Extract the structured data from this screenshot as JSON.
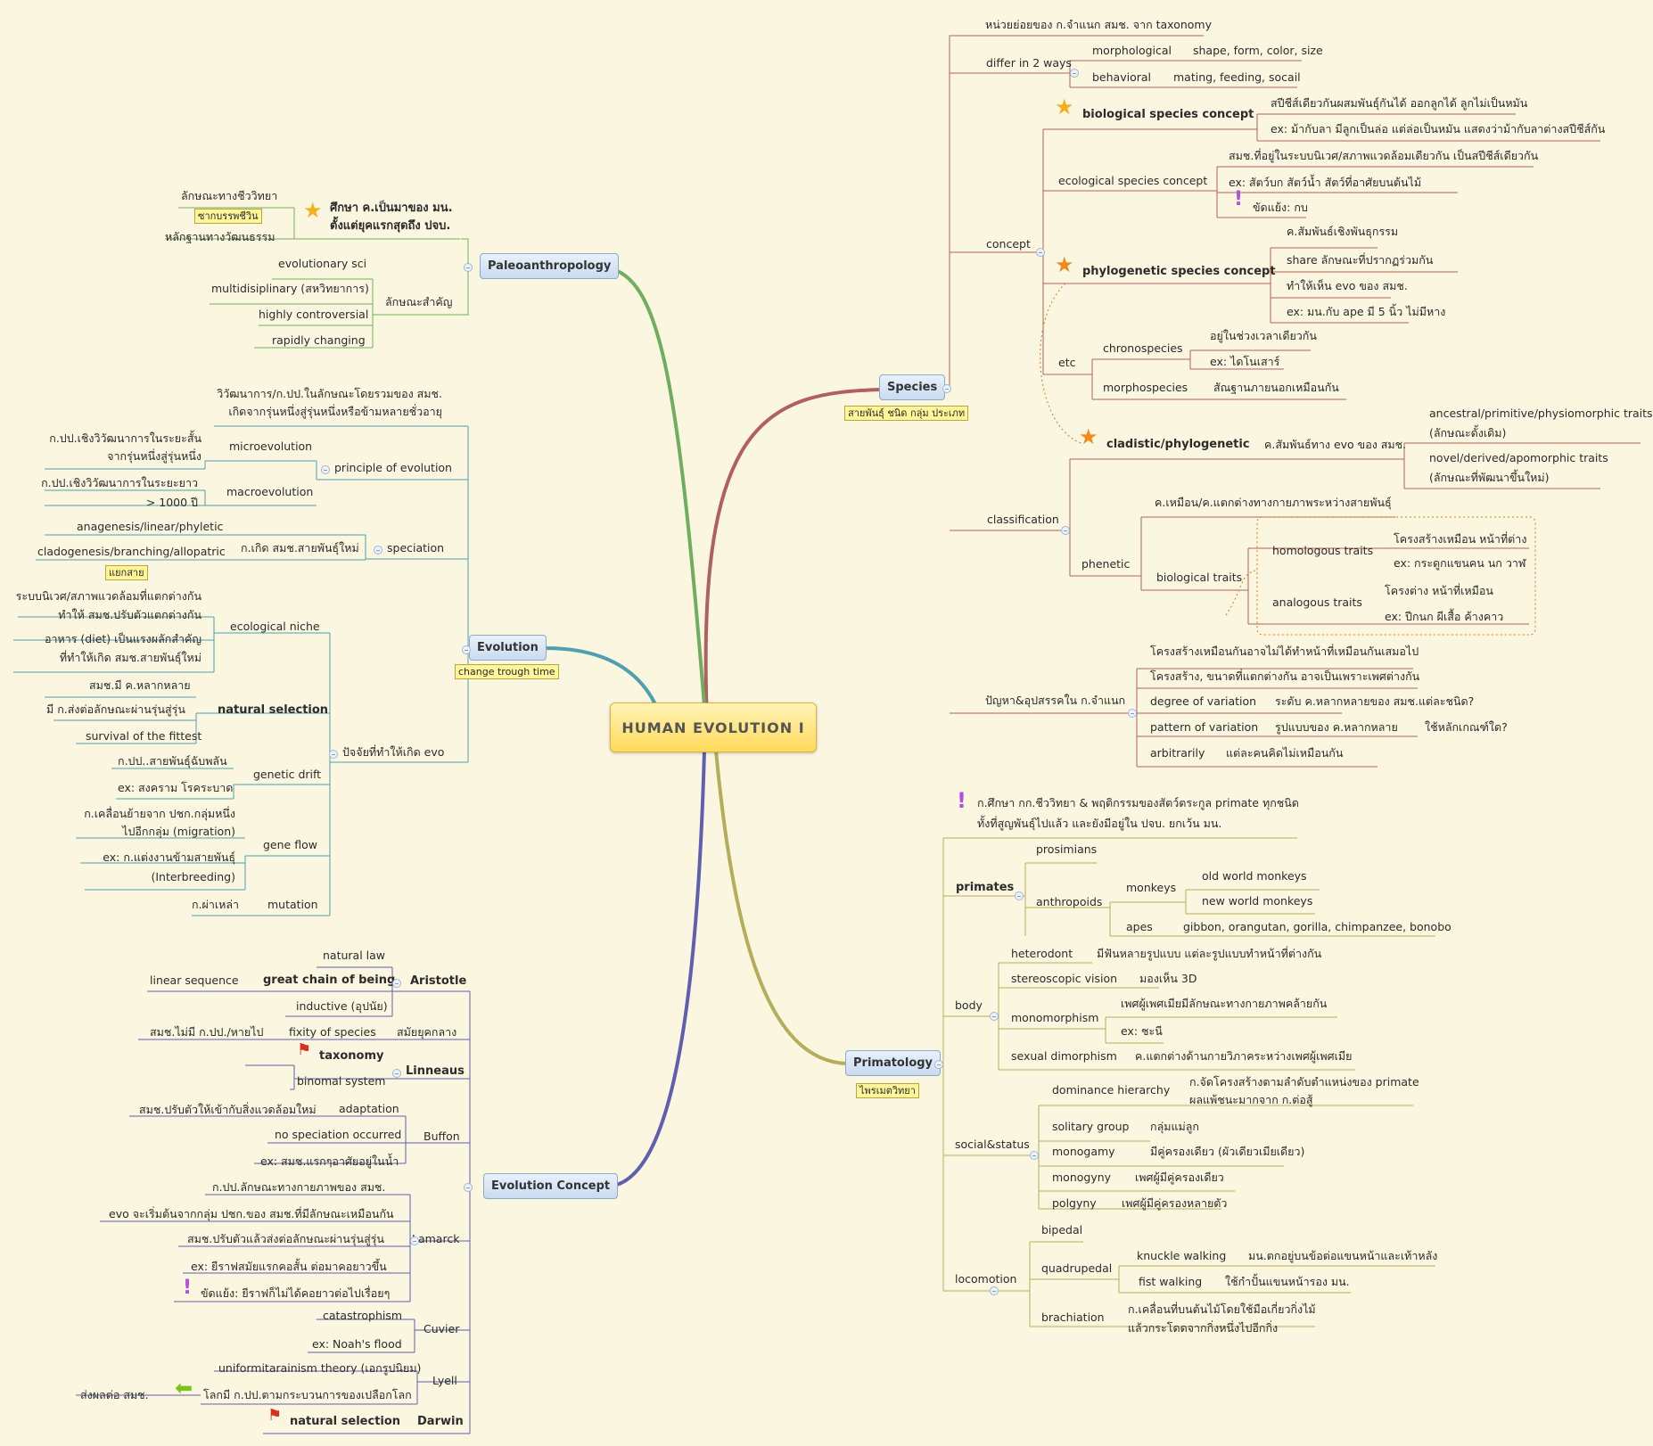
{
  "central": "HUMAN EVOLUTION I",
  "paleo": {
    "title": "Paleoanthropology",
    "study_line1": "ศึกษา ค.เป็นมาของ มน.",
    "study_line2": "ตั้งแต่ยุคแรกสุดถึง ปจบ.",
    "bio": "ลักษณะทางชีววิทยา",
    "fossil": "ซากบรรพชีวิน",
    "culture": "หลักฐานทางวัฒนธรรม",
    "features": "ลักษณะสำคัญ",
    "f1": "evolutionary sci",
    "f2": "multidisiplinary (สหวิทยาการ)",
    "f3": "highly controversial",
    "f4": "rapidly changing"
  },
  "evolution": {
    "title": "Evolution",
    "tag": "change trough time",
    "def1": "วิวัฒนาการ/ก.ปป.ในลักษณะโดยรวมของ สมช.",
    "def2": "เกิดจากรุ่นหนึ่งสู่รุ่นหนึ่งหรือข้ามหลายชั่วอายุ",
    "principle": "principle of evolution",
    "micro": "microevolution",
    "micro_d1": "ก.ปป.เชิงวิวัฒนาการในระยะสั้น",
    "micro_d2": "จากรุ่นหนึ่งสู่รุ่นหนึ่ง",
    "macro": "macroevolution",
    "macro_d1": "ก.ปป.เชิงวิวัฒนาการในระยะยาว",
    "macro_d2": "> 1000 ปี",
    "speciation": "speciation",
    "spec_d": "ก.เกิด สมช.สายพันธุ์ใหม่",
    "ana": "anagenesis/linear/phyletic",
    "clado": "cladogenesis/branching/allopatric",
    "clado_tag": "แยกสาย",
    "factors": "ปัจจัยที่ทำให้เกิด evo",
    "eco": "ecological niche",
    "eco_d1": "ระบบนิเวศ/สภาพแวดล้อมที่แตกต่างกัน",
    "eco_d2": "ทำให้ สมช.ปรับตัวแตกต่างกัน",
    "eco_d3": "อาหาร (diet) เป็นแรงผลักสำคัญ",
    "eco_d4": "ที่ทำให้เกิด สมช.สายพันธุ์ใหม่",
    "ns": "natural selection",
    "ns_d1": "สมช.มี ค.หลากหลาย",
    "ns_d2": "มี ก.ส่งต่อลักษณะผ่านรุ่นสู่รุ่น",
    "ns_d3": "survival of the fittest",
    "drift": "genetic drift",
    "drift_d1": "ก.ปป..สายพันธุ์ฉับพลัน",
    "drift_d2": "ex: สงคราม โรคระบาด",
    "flow": "gene flow",
    "flow_d1": "ก.เคลื่อนย้ายจาก ปชก.กลุ่มหนึ่ง",
    "flow_d2": "ไปอีกกลุ่ม (migration)",
    "flow_d3": "ex: ก.แต่งงานข้ามสายพันธุ์",
    "flow_d4": "(Interbreeding)",
    "mutation": "mutation",
    "mutation_d": "ก.ผ่าเหล่า"
  },
  "concept": {
    "title": "Evolution Concept",
    "aristotle": "Aristotle",
    "natural_law": "natural law",
    "chain": "great chain of being",
    "linear": "linear sequence",
    "inductive": "inductive (อุปนัย)",
    "medieval": "สมัยยุคกลาง",
    "fixity": "fixity of species",
    "fixity_d": "สมช.ไม่มี ก.ปป./หายไป",
    "linneaus": "Linneaus",
    "taxonomy": "taxonomy",
    "binomal": "binomal system",
    "buffon": "Buffon",
    "adaptation": "adaptation",
    "adaptation_d": "สมช.ปรับตัวให้เข้ากับสิ่งแวดล้อมใหม่",
    "no_spec": "no speciation occurred",
    "buffon_ex": "ex: สมช.แรกๆอาศัยอยู่ในน้ำ",
    "lamarck": "Lamarck",
    "lam1": "ก.ปป.ลักษณะทางกายภาพของ สมช.",
    "lam2": "evo จะเริ่มต้นจากกลุ่ม ปชก.ของ สมช.ที่มีลักษณะเหมือนกัน",
    "lam3": "สมช.ปรับตัวแล้วส่งต่อลักษณะผ่านรุ่นสู่รุ่น",
    "lam4": "ex: ยีราฟสมัยแรกคอสั้น ต่อมาคอยาวขึ้น",
    "lam5": "ขัดแย้ง: ยีราฟก็ไม่ได้คอยาวต่อไปเรื่อยๆ",
    "cuvier": "Cuvier",
    "catas": "catastrophism",
    "noah": "ex: Noah's flood",
    "lyell": "Lyell",
    "uniform": "uniformitarainism theory (เอกรูปนิยม)",
    "lyell_d": "โลกมี ก.ปป.ตามกระบวนการของเปลือกโลก",
    "lyell_d2": "ส่งผลต่อ สมช.",
    "darwin": "Darwin",
    "darwin_ns": "natural selection"
  },
  "species": {
    "title": "Species",
    "tag": "สายพันธุ์ ชนิด กลุ่ม ประเภท",
    "sub_unit": "หน่วยย่อยของ ก.จำแนก สมช. จาก taxonomy",
    "differ": "differ in 2 ways",
    "morph": "morphological",
    "morph_d": "shape, form, color, size",
    "behav": "behavioral",
    "behav_d": "mating, feeding, socail",
    "concept": "concept",
    "bsc": "biological species concept",
    "bsc_d1": "สปีชีส์เดียวกันผสมพันธุ์กันได้ ออกลูกได้ ลูกไม่เป็นหมัน",
    "bsc_d2": "ex: ม้ากับลา มีลูกเป็นล่อ แต่ล่อเป็นหมัน แสดงว่าม้ากับลาต่างสปีชีส์กัน",
    "esc": "ecological species concept",
    "esc_d1": "สมช.ที่อยู่ในระบบนิเวศ/สภาพแวดล้อมเดียวกัน เป็นสปีชีส์เดียวกัน",
    "esc_d2": "ex: สัตว์บก สัตว์น้ำ สัตว์ที่อาศัยบนต้นไม้",
    "esc_d3": "ขัดแย้ง: กบ",
    "psc": "phylogenetic species concept",
    "psc_d1": "ค.สัมพันธ์เชิงพันธุกรรม",
    "psc_d2": "share ลักษณะที่ปรากฏร่วมกัน",
    "psc_d3": "ทำให้เห็น evo ของ สมช.",
    "psc_d4": "ex: มน.กับ ape มี 5 นิ้ว ไม่มีหาง",
    "etc": "etc",
    "chrono": "chronospecies",
    "chrono_d1": "อยู่ในช่วงเวลาเดียวกัน",
    "chrono_d2": "ex: ไดโนเสาร์",
    "morpho": "morphospecies",
    "morpho_d": "สัณฐานภายนอกเหมือนกัน",
    "classification": "classification",
    "cladistic": "cladistic/phylogenetic",
    "clad_d": "ค.สัมพันธ์ทาง evo ของ สมช.",
    "anc1": "ancestral/primitive/physiomorphic traits",
    "anc2": "(ลักษณะดั้งเดิม)",
    "nov1": "novel/derived/apomorphic traits",
    "nov2": "(ลักษณะที่พัฒนาขึ้นใหม่)",
    "phenetic": "phenetic",
    "phen_d": "ค.เหมือน/ค.แตกต่างทางกายภาพระหว่างสายพันธุ์",
    "bio_traits": "biological traits",
    "homo": "homologous traits",
    "homo_d1": "โครงสร้างเหมือน หน้าที่ต่าง",
    "homo_d2": "ex: กระดูกแขนคน นก วาฬ",
    "ana": "analogous traits",
    "ana_d1": "โครงต่าง หน้าที่เหมือน",
    "ana_d2": "ex: ปีกนก ผีเสื้อ ค้างคาว",
    "problems": "ปัญหา&อุปสรรคใน ก.จำแนก",
    "p1": "โครงสร้างเหมือนกันอาจไม่ได้ทำหน้าที่เหมือนกันเสมอไป",
    "p2": "โครงสร้าง, ขนาดที่แตกต่างกัน อาจเป็นเพราะเพศต่างกัน",
    "degree": "degree of variation",
    "degree_d": "ระดับ ค.หลากหลายของ สมช.แต่ละชนิด?",
    "pattern": "pattern of variation",
    "pattern_d": "รูปแบบของ ค.หลากหลาย",
    "pattern_q": "ใช้หลักเกณฑ์ใด?",
    "arbitrarily": "arbitrarily",
    "arb_d": "แต่ละคนคิดไม่เหมือนกัน"
  },
  "primatology": {
    "title": "Primatology",
    "tag": "ไพรเมตวิทยา",
    "def1": "ก.ศึกษา กก.ชีววิทยา & พฤติกรรมของสัตว์ตระกูล primate ทุกชนิด",
    "def2": "ทั้งที่สูญพันธุ์ไปแล้ว และยังมีอยู่ใน ปจบ. ยกเว้น มน.",
    "primates": "primates",
    "prosimians": "prosimians",
    "anthropoids": "anthropoids",
    "monkeys": "monkeys",
    "old": "old world monkeys",
    "new": "new world monkeys",
    "apes": "apes",
    "apes_d": "gibbon, orangutan, gorilla, chimpanzee, bonobo",
    "body": "body",
    "hetero": "heterodont",
    "hetero_d": "มีฟันหลายรูปแบบ แต่ละรูปแบบทำหน้าที่ต่างกัน",
    "stereo": "stereoscopic vision",
    "stereo_d": "มองเห็น 3D",
    "mono": "monomorphism",
    "mono_d1": "เพศผู้เพศเมียมีลักษณะทางกายภาพคล้ายกัน",
    "mono_d2": "ex: ชะนี",
    "dimorph": "sexual dimorphism",
    "dimorph_d": "ค.แตกต่างด้านกายวิภาคระหว่างเพศผู้เพศเมีย",
    "social": "social&status",
    "dom": "dominance hierarchy",
    "dom_d1": "ก.จัดโครงสร้างตามลำดับตำแหน่งของ primate",
    "dom_d2": "ผลแพ้ชนะมากจาก ก.ต่อสู้",
    "solitary": "solitary group",
    "solitary_d": "กลุ่มแม่ลูก",
    "monogamy": "monogamy",
    "monogamy_d": "มีคู่ครองเดียว (ผัวเดียวเมียเดียว)",
    "monogyny": "monogyny",
    "monogyny_d": "เพศผู้มีคู่ครองเดียว",
    "polgyny": "polgyny",
    "polgyny_d": "เพศผู้มีคู่ครองหลายตัว",
    "loco": "locomotion",
    "bipedal": "bipedal",
    "quad": "quadrupedal",
    "knuckle": "knuckle walking",
    "knuckle_d": "มน.ตกอยู่บนข้อต่อแขนหน้าและเท้าหลัง",
    "fist": "fist walking",
    "fist_d": "ใช้กำปั้นแขนหน้ารอง มน.",
    "brach": "brachiation",
    "brach_d1": "ก.เคลื่อนที่บนต้นไม้โดยใช้มือเกี่ยวกิ่งไม้",
    "brach_d2": "แล้วกระโดดจากกิ่งหนึ่งไปอีกกิ่ง"
  }
}
